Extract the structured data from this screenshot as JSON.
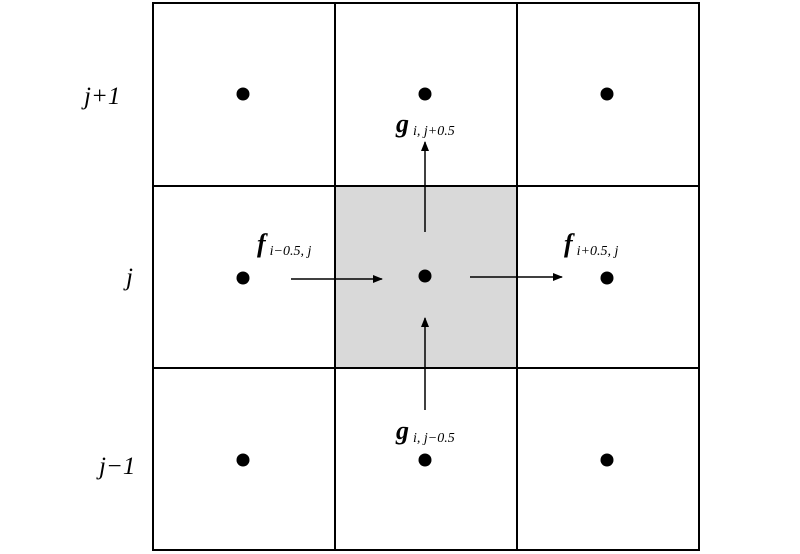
{
  "row_labels": {
    "top": "j+1",
    "middle": "j",
    "bottom": "j−1"
  },
  "flux_labels": {
    "g_top": {
      "symbol": "g",
      "subscript": "i, j+0.5"
    },
    "g_bottom": {
      "symbol": "g",
      "subscript": "i, j−0.5"
    },
    "f_left": {
      "symbol": "f",
      "subscript": "i−0.5, j"
    },
    "f_right": {
      "symbol": "f",
      "subscript": "i+0.5, j"
    }
  },
  "colors": {
    "grid_line": "#000000",
    "center_cell_fill": "#d9d9d9",
    "node": "#000000",
    "background": "#ffffff"
  }
}
